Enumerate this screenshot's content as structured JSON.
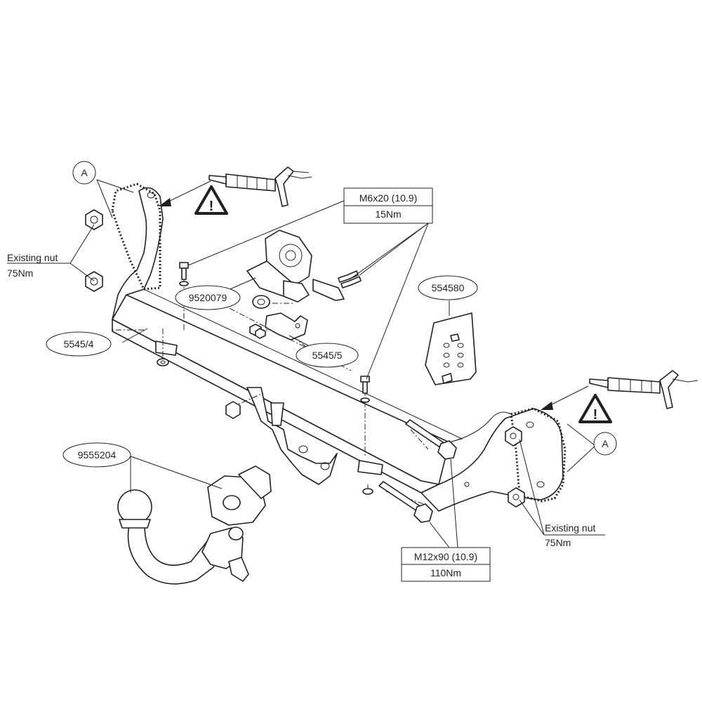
{
  "labels": {
    "point_a_left": "A",
    "point_a_right": "A",
    "existing_nut_left": "Existing nut",
    "torque_nut_left": "75Nm",
    "existing_nut_right": "Existing nut",
    "torque_nut_right": "75Nm",
    "bolt_m6_spec": "M6x20 (10.9)",
    "bolt_m6_torque": "15Nm",
    "bolt_m12_spec": "M12x90 (10.9)",
    "bolt_m12_torque": "110Nm",
    "part_electrical_bracket": "9520079",
    "part_crossbar": "5545/4",
    "part_small_bracket": "5545/5",
    "part_bolt_kit": "554580",
    "part_towball": "9555204",
    "warning_symbol": "!"
  },
  "icons": {
    "warning": "warning-triangle-icon",
    "sealant": "sealant-gun-icon"
  },
  "colors": {
    "line": "#231f20",
    "background": "#ffffff"
  }
}
